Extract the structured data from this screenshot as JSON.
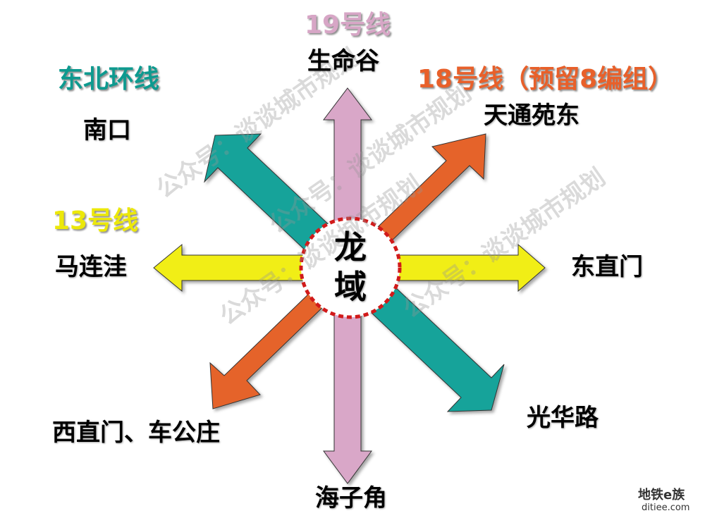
{
  "lines": {
    "line19": {
      "label": "19号线",
      "color": "#d7a6c6"
    },
    "ne_loop": {
      "label": "东北环线",
      "color": "#0e9a8f"
    },
    "line18": {
      "label": "18号线（预留8编组）",
      "color": "#e8602a"
    },
    "line13": {
      "label": "13号线",
      "color": "#ece80a"
    }
  },
  "stations": {
    "north": "生命谷",
    "northwest": "南口",
    "northeast": "天通苑东",
    "west": "马连洼",
    "east": "东直门",
    "southwest": "西直门、车公庄",
    "southeast": "光华路",
    "south": "海子角"
  },
  "center": {
    "line1": "龙",
    "line2": "域",
    "ring_color": "#d11a1a"
  },
  "watermark": {
    "text": "公众号：谈谈城市规划",
    "corner_logo": "地铁e族",
    "corner_url": "ditiee.com"
  },
  "arrow_colors": {
    "pink": "#d9a7c8",
    "teal": "#16a39a",
    "orange": "#e5642a",
    "yellow": "#f1ee16"
  }
}
